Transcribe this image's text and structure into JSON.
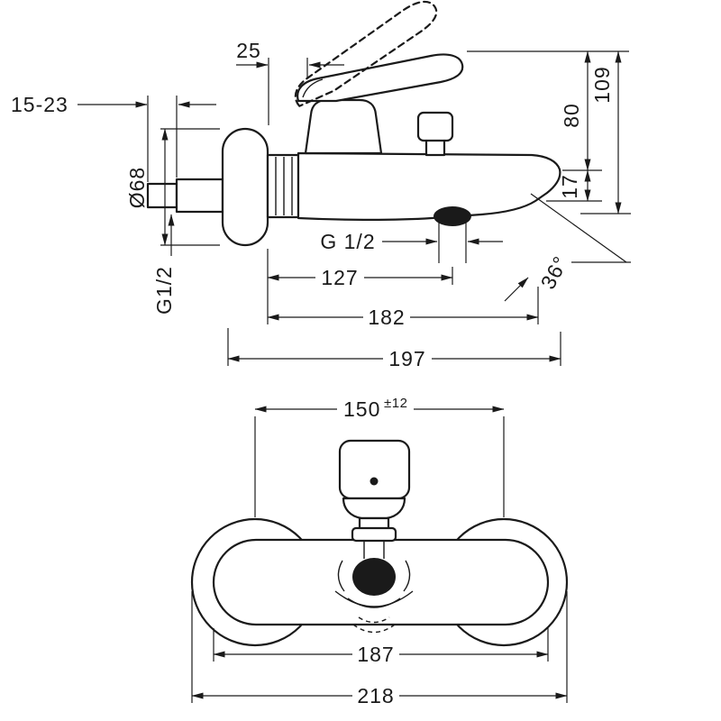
{
  "colors": {
    "ink": "#1a1a1a",
    "paper": "#ffffff"
  },
  "side_view": {
    "dim_handle_offset": "25",
    "dim_wall_depth_range": "15-23",
    "dim_escutcheon_diameter": "Ø68",
    "label_inlet_thread": "G1/2",
    "label_outlet_thread": "G 1/2",
    "dim_wall_to_outlet": "127",
    "dim_wall_to_spout_end": "182",
    "dim_total_projection": "197",
    "dim_total_height": "109",
    "dim_height_to_spout": "80",
    "dim_spout_tip_drop": "17",
    "dim_spout_angle": "36°"
  },
  "front_view": {
    "dim_connection_centers": "150",
    "dim_connection_tolerance": "±12",
    "dim_body_width": "187",
    "dim_overall_width": "218"
  }
}
